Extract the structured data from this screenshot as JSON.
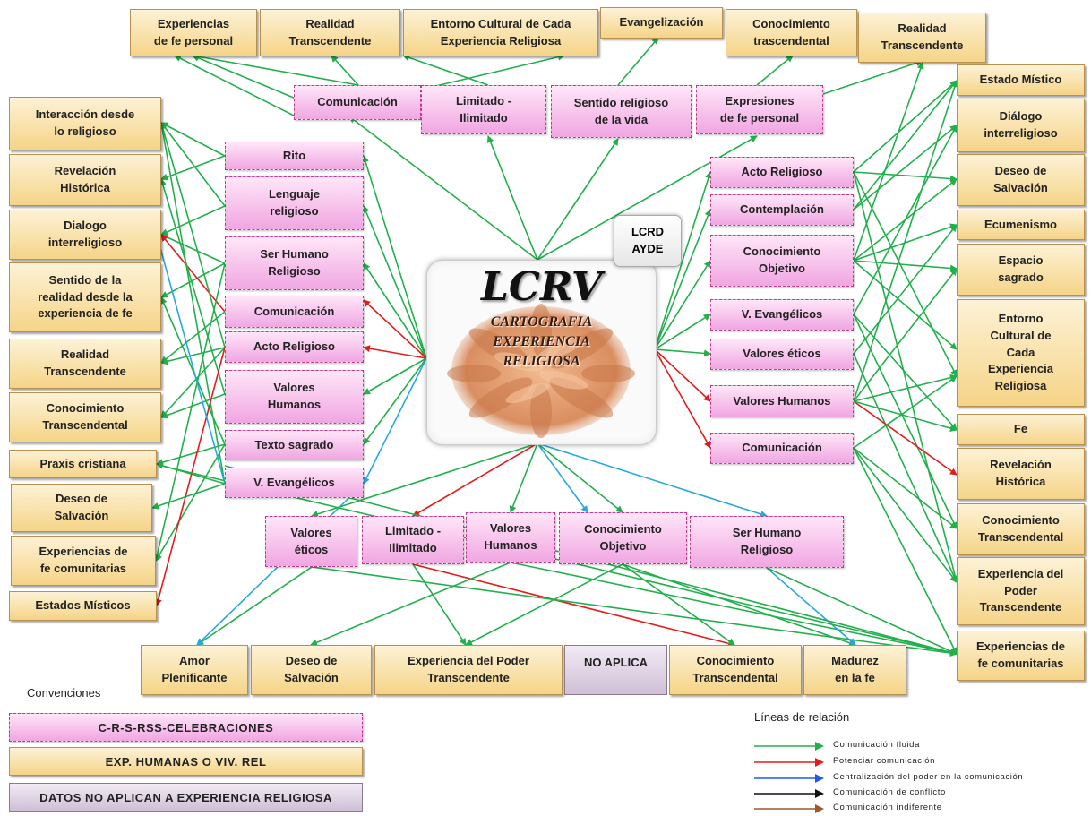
{
  "colors": {
    "fluida": "#22b04c",
    "potenciar": "#e41c1c",
    "centralizacion": "#1f5af0",
    "conflicto": "#111111",
    "indiferente": "#9a5a2a",
    "celeste": "#29a8e0"
  },
  "center": {
    "title": "LCRV",
    "subtitle_lines": [
      "CARTOGRAFIA",
      "EXPERIENCIA",
      "RELIGIOSA"
    ],
    "image_icon": "joined-hands-image"
  },
  "badge": {
    "line1": "LCRD",
    "line2": "AYDE"
  },
  "nodes": {
    "t1": "Experiencias\nde fe personal",
    "t2": "Realidad\nTranscendente",
    "t3": "Entorno Cultural de Cada\nExperiencia Religiosa",
    "t4": "Evangelización",
    "t5": "Conocimiento\ntrascendental",
    "t6": "Realidad\nTranscendente",
    "p1": "Comunicación",
    "p2": "Limitado -\nIlimitado",
    "p3": "Sentido religioso\nde la vida",
    "p4": "Expresiones\nde fe personal",
    "lp1": "Rito",
    "lp2": "Lenguaje\nreligioso",
    "lp3": "Ser Humano\nReligioso",
    "lp4": "Comunicación",
    "lp5": "Acto Religioso",
    "lp6": "Valores\nHumanos",
    "lp7": "Texto sagrado",
    "lp8": "V. Evangélicos",
    "lt1": "Interacción desde\nlo religioso",
    "lt2": "Revelación\nHistórica",
    "lt3": "Dialogo\ninterreligioso",
    "lt4": "Sentido de la\nrealidad desde la\nexperiencia de fe",
    "lt5": "Realidad\nTranscendente",
    "lt6": "Conocimiento\nTranscendental",
    "lt7": "Praxis cristiana",
    "lt8": "Deseo de\nSalvación",
    "lt9": "Experiencias de\nfe comunitarias",
    "lt10": "Estados Místicos",
    "rp1": "Acto Religioso",
    "rp2": "Contemplación",
    "rp3": "Conocimiento\nObjetivo",
    "rp4": "V. Evangélicos",
    "rp5": "Valores éticos",
    "rp6": "Valores Humanos",
    "rp7": "Comunicación",
    "rt1": "Estado Místico",
    "rt2": "Diálogo\ninterreligioso",
    "rt3": "Deseo de\nSalvación",
    "rt4": "Ecumenismo",
    "rt5": "Espacio\nsagrado",
    "rt6": "Entorno\nCultural de\nCada\nExperiencia\nReligiosa",
    "rt7": "Fe",
    "rt8": "Revelación\nHistórica",
    "rt9": "Conocimiento\nTranscendental",
    "rt10": "Experiencia del\nPoder\nTranscendente",
    "rt11": "Experiencias de\nfe comunitarias",
    "bp1": "Valores\néticos",
    "bp2": "Limitado -\nIlimitado",
    "bp3": "Valores\nHumanos",
    "bp4": "Conocimiento\nObjetivo",
    "bp5": "Ser Humano\nReligioso",
    "bt1": "Amor\nPlenificante",
    "bt2": "Deseo de\nSalvación",
    "bt3": "Experiencia del Poder\nTranscendente",
    "bt4": "NO APLICA",
    "bt5": "Conocimiento\nTranscendental",
    "bt6": "Madurez\nen la fe"
  },
  "conventions": {
    "title": "Convenciones",
    "items": [
      "C-R-S-RSS-CELEBRACIONES",
      "EXP. HUMANAS O VIV. REL",
      "DATOS NO APLICAN A EXPERIENCIA RELIGIOSA"
    ]
  },
  "legend": {
    "title": "Líneas de relación",
    "items": [
      {
        "label": "Comunicación  fluida",
        "color": "#22b04c"
      },
      {
        "label": "Potenciar  comunicación",
        "color": "#e41c1c"
      },
      {
        "label": "Centralización  del poder  en la comunicación",
        "color": "#1f5af0"
      },
      {
        "label": "Comunicación  de conflicto",
        "color": "#111111"
      },
      {
        "label": "Comunicación  indiferente",
        "color": "#9a5a2a"
      }
    ]
  }
}
